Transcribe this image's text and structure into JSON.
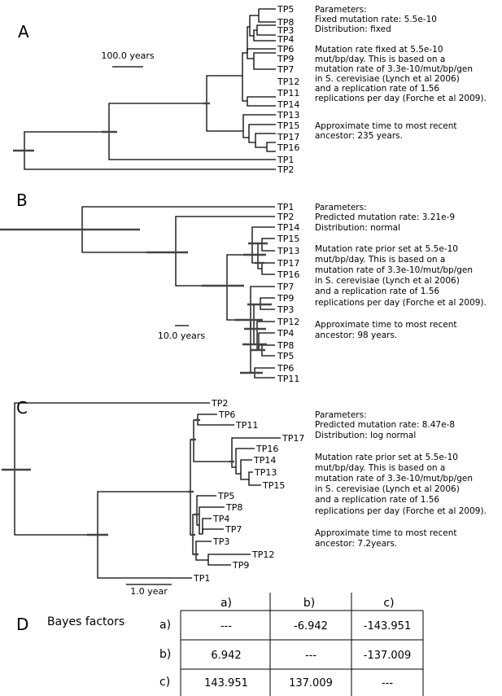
{
  "panels": [
    {
      "id": "A",
      "scale_label": "100.0 years",
      "tips": [
        "TP5",
        "TP8",
        "TP3",
        "TP4",
        "TP6",
        "TP9",
        "TP7",
        "TP12",
        "TP11",
        "TP14",
        "TP13",
        "TP15",
        "TP17",
        "TP16",
        "TP1",
        "TP2"
      ],
      "notes": [
        "Parameters:",
        "Fixed mutation rate: 5.5e-10",
        "Distribution: fixed",
        "",
        "Mutation rate fixed at 5.5e-10",
        "mut/bp/day.  This is based on a",
        "mutation rate of 3.3e-10/mut/bp/gen",
        "in S. cerevisiae (Lynch et al 2006)",
        "and a replication rate of 1.56",
        "replications per day (Forche et al 2009).",
        "",
        "Approximate time to most recent",
        "ancestor: 235 years."
      ]
    },
    {
      "id": "B",
      "scale_label": "10.0 years",
      "tips": [
        "TP1",
        "TP2",
        "TP14",
        "TP15",
        "TP13",
        "TP17",
        "TP16",
        "TP7",
        "TP9",
        "TP3",
        "TP12",
        "TP4",
        "TP8",
        "TP5",
        "TP6",
        "TP11"
      ],
      "notes": [
        "Parameters:",
        "Predicted mutation rate: 3.21e-9",
        "Distribution: normal",
        "",
        "Mutation rate prior set at 5.5e-10",
        "mut/bp/day.  This is based on a",
        "mutation rate of 3.3e-10/mut/bp/gen",
        "in S. cerevisiae (Lynch et al 2006)",
        "and a replication rate of 1.56",
        "replications per day (Forche et al 2009).",
        "",
        "Approximate time to most recent",
        "ancestor: 98 years."
      ]
    },
    {
      "id": "C",
      "scale_label": "1.0 year",
      "tips": [
        "TP2",
        "TP6",
        "TP11",
        "TP17",
        "TP16",
        "TP14",
        "TP13",
        "TP15",
        "TP5",
        "TP8",
        "TP4",
        "TP7",
        "TP3",
        "TP12",
        "TP9",
        "TP1"
      ],
      "notes": [
        "Parameters:",
        "Predicted mutation rate: 8.47e-8",
        "Distribution: log normal",
        "",
        "Mutation rate prior set at 5.5e-10",
        "mut/bp/day.  This is based on a",
        "mutation rate of 3.3e-10/mut/bp/gen",
        "in S. cerevisiae (Lynch et al 2006)",
        "and a replication rate of 1.56",
        "replications per day (Forche et al 2009).",
        "",
        "Approximate time to most recent",
        "ancestor: 7.2years."
      ]
    }
  ],
  "bayes": {
    "panel": "D",
    "title": "Bayes factors",
    "col_headers": [
      "a)",
      "b)",
      "c)"
    ],
    "row_headers": [
      "a)",
      "b)",
      "c)"
    ],
    "rows": [
      [
        "---",
        "-6.942",
        "-143.951"
      ],
      [
        "6.942",
        "---",
        "-137.009"
      ],
      [
        "143.951",
        "137.009",
        "---"
      ]
    ]
  }
}
